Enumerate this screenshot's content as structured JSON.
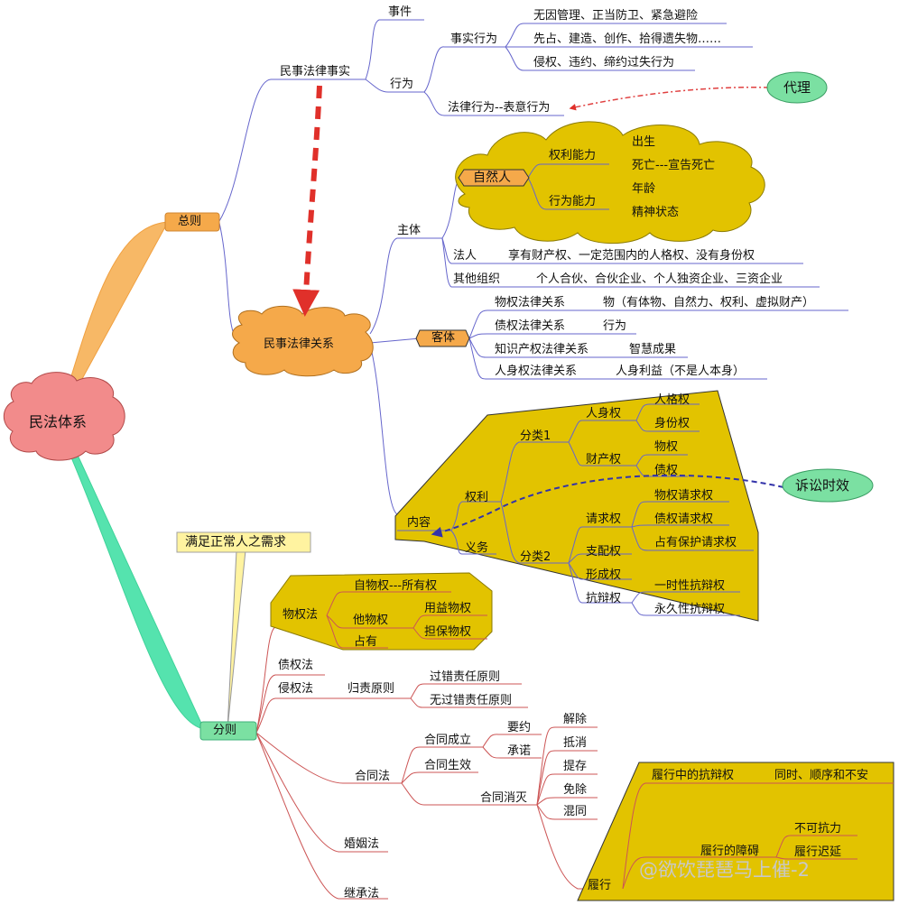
{
  "root": "民法体系",
  "general": {
    "label": "总则",
    "civil_fact": {
      "label": "民事法律事实",
      "event": "事件",
      "behavior": {
        "label": "行为",
        "fact_act": {
          "label": "事实行为",
          "items": [
            "无因管理、正当防卫、紧急避险",
            "先占、建造、创作、拾得遗失物……",
            "侵权、违约、缔约过失行为"
          ]
        },
        "legal_act": "法律行为--表意行为"
      },
      "agency": "代理"
    },
    "relation": {
      "label": "民事法律关系",
      "subject": {
        "label": "主体",
        "natural_person": {
          "label": "自然人",
          "rights_capacity": {
            "label": "权利能力",
            "items": [
              "出生",
              "死亡---宣告死亡"
            ]
          },
          "conduct_capacity": {
            "label": "行为能力",
            "items": [
              "年龄",
              "精神状态"
            ]
          }
        },
        "legal_person": {
          "label": "法人",
          "detail": "享有财产权、一定范围内的人格权、没有身份权"
        },
        "other_org": {
          "label": "其他组织",
          "detail": "个人合伙、合伙企业、个人独资企业、三资企业"
        }
      },
      "object": {
        "label": "客体",
        "rows": [
          {
            "label": "物权法律关系",
            "detail": "物（有体物、自然力、权利、虚拟财产）"
          },
          {
            "label": "债权法律关系",
            "detail": "行为"
          },
          {
            "label": "知识产权法律关系",
            "detail": "智慧成果"
          },
          {
            "label": "人身权法律关系",
            "detail": "人身利益（不是人本身）"
          }
        ]
      },
      "content": {
        "label": "内容",
        "right": "权利",
        "duty": "义务",
        "class1": {
          "label": "分类1",
          "personal": {
            "label": "人身权",
            "items": [
              "人格权",
              "身份权"
            ]
          },
          "property": {
            "label": "财产权",
            "items": [
              "物权",
              "债权"
            ]
          }
        },
        "class2": {
          "label": "分类2",
          "claim": {
            "label": "请求权",
            "items": [
              "物权请求权",
              "债权请求权",
              "占有保护请求权"
            ]
          },
          "dominion": "支配权",
          "formation": "形成权",
          "defense": {
            "label": "抗辩权",
            "items": [
              "一时性抗辩权",
              "永久性抗辩权"
            ]
          }
        },
        "limitation": "诉讼时效"
      }
    }
  },
  "specific": {
    "label": "分则",
    "note": "满足正常人之需求",
    "property_law": {
      "label": "物权法",
      "ownership": "自物权---所有权",
      "others": {
        "label": "他物权",
        "items": [
          "用益物权",
          "担保物权"
        ]
      },
      "possession": "占有"
    },
    "obligation_law": "债权法",
    "tort_law": {
      "label": "侵权法",
      "attribution": {
        "label": "归责原则",
        "items": [
          "过错责任原则",
          "无过错责任原则"
        ]
      }
    },
    "contract_law": {
      "label": "合同法",
      "formation": {
        "label": "合同成立",
        "items": [
          "要约",
          "承诺"
        ]
      },
      "effect": "合同生效",
      "termination": {
        "label": "合同消灭",
        "items": [
          "解除",
          "抵消",
          "提存",
          "免除",
          "混同"
        ]
      },
      "performance": {
        "label": "履行",
        "defense": {
          "label": "履行中的抗辩权",
          "detail": "同时、顺序和不安"
        },
        "obstacle": {
          "label": "履行的障碍",
          "items": [
            "不可抗力",
            "履行迟延"
          ]
        }
      }
    },
    "marriage_law": "婚姻法",
    "inheritance_law": "继承法"
  },
  "watermark": "@欲饮琵琶马上催-2",
  "colors": {
    "gold": "#e2c300",
    "orange": "#f5a94a",
    "root_pink": "#f28b8b",
    "green": "#7be0a2",
    "teal_branch": "#55e3ae"
  }
}
